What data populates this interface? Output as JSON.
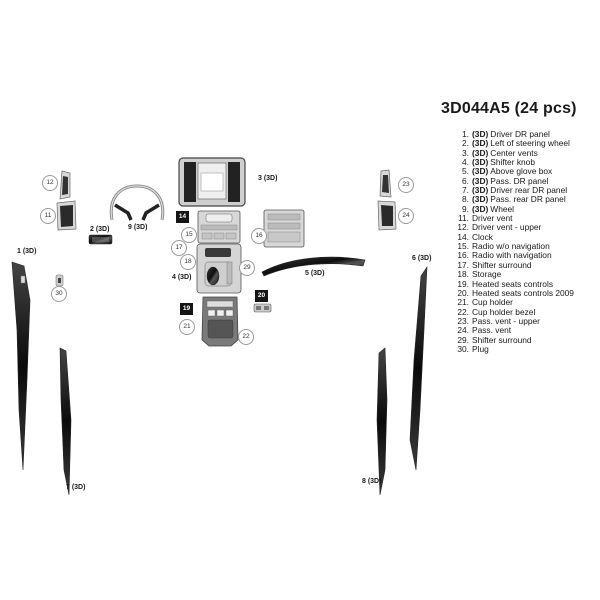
{
  "title": "3D044A5 (24 pcs)",
  "legend": [
    {
      "n": "1.",
      "tag": "(3D)",
      "text": "Driver DR panel"
    },
    {
      "n": "2.",
      "tag": "(3D)",
      "text": "Left of steering wheel"
    },
    {
      "n": "3.",
      "tag": "(3D)",
      "text": "Center vents"
    },
    {
      "n": "4.",
      "tag": "(3D)",
      "text": "Shifter knob"
    },
    {
      "n": "5.",
      "tag": "(3D)",
      "text": "Above glove box"
    },
    {
      "n": "6.",
      "tag": "(3D)",
      "text": "Pass. DR panel"
    },
    {
      "n": "7.",
      "tag": "(3D)",
      "text": "Driver rear DR panel"
    },
    {
      "n": "8.",
      "tag": "(3D)",
      "text": "Pass. rear DR panel"
    },
    {
      "n": "9.",
      "tag": "(3D)",
      "text": "Wheel"
    },
    {
      "n": "11.",
      "tag": "",
      "text": "Driver vent"
    },
    {
      "n": "12.",
      "tag": "",
      "text": "Driver vent - upper"
    },
    {
      "n": "14.",
      "tag": "",
      "text": "Clock"
    },
    {
      "n": "15.",
      "tag": "",
      "text": "Radio w/o navigation"
    },
    {
      "n": "16.",
      "tag": "",
      "text": "Radio with navigation"
    },
    {
      "n": "17.",
      "tag": "",
      "text": "Shifter surround"
    },
    {
      "n": "18.",
      "tag": "",
      "text": "Storage"
    },
    {
      "n": "19.",
      "tag": "",
      "text": "Heated seats controls"
    },
    {
      "n": "20.",
      "tag": "",
      "text": "Heated seats controls 2009"
    },
    {
      "n": "21.",
      "tag": "",
      "text": "Cup holder"
    },
    {
      "n": "22.",
      "tag": "",
      "text": "Cup holder bezel"
    },
    {
      "n": "23.",
      "tag": "",
      "text": "Pass. vent - upper"
    },
    {
      "n": "24.",
      "tag": "",
      "text": "Pass. vent"
    },
    {
      "n": "29.",
      "tag": "",
      "text": "Shifter surround"
    },
    {
      "n": "30.",
      "tag": "",
      "text": "Plug"
    }
  ],
  "labels": {
    "p1": "1 (3D)",
    "p2": "2 (3D)",
    "p3": "3 (3D)",
    "p4": "4 (3D)",
    "p5": "5 (3D)",
    "p6": "6 (3D)",
    "p7": "7 (3D)",
    "p8": "8 (3D)",
    "p9": "9 (3D)"
  },
  "markers": {
    "m11": "11",
    "m12": "12",
    "m14": "14",
    "m15": "15",
    "m16": "16",
    "m17": "17",
    "m18": "18",
    "m19": "19",
    "m20": "20",
    "m21": "21",
    "m22": "22",
    "m23": "23",
    "m24": "24",
    "m29": "29",
    "m30": "30"
  },
  "colors": {
    "trim": "#1c1c1c",
    "outline": "#8c8c8c",
    "panel": "#d8d8d8"
  }
}
